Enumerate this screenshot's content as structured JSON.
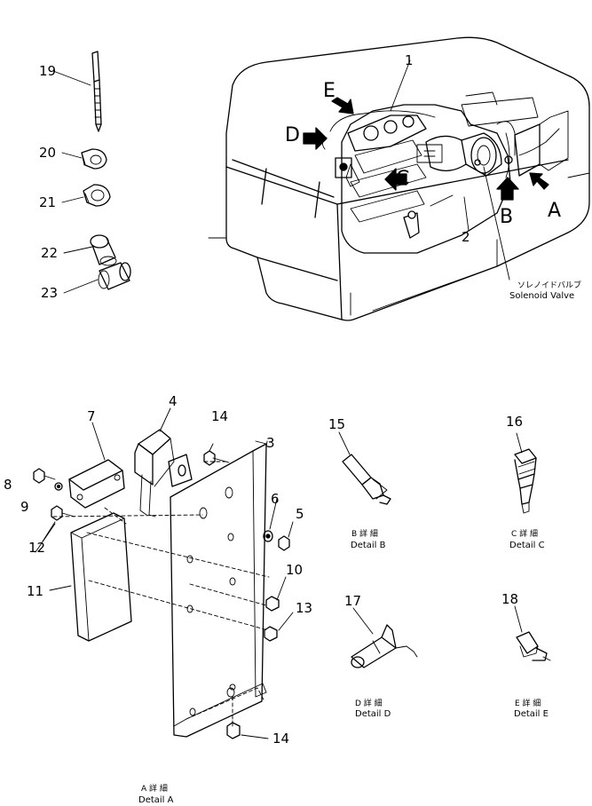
{
  "callouts": {
    "n1": "1",
    "n2": "2",
    "n3": "3",
    "n4": "4",
    "n5": "5",
    "n6": "6",
    "n7": "7",
    "n8": "8",
    "n9": "9",
    "n10": "10",
    "n11": "11",
    "n12": "12",
    "n13": "13",
    "n14a": "14",
    "n14b": "14",
    "n15": "15",
    "n16": "16",
    "n17": "17",
    "n18": "18",
    "n19": "19",
    "n20": "20",
    "n21": "21",
    "n22": "22",
    "n23": "23"
  },
  "view_letters": {
    "a": "A",
    "b": "B",
    "c": "C",
    "d": "D",
    "e": "E"
  },
  "solenoid": {
    "jp": "ソレノイドバルブ",
    "en": "Solenoid Valve"
  },
  "details": {
    "a": {
      "jp": "A 詳 細",
      "en": "Detail A"
    },
    "b": {
      "jp": "B 詳 細",
      "en": "Detail B"
    },
    "c": {
      "jp": "C 詳 細",
      "en": "Detail C"
    },
    "d": {
      "jp": "D 詳 細",
      "en": "Detail D"
    },
    "e": {
      "jp": "E 詳 細",
      "en": "Detail E"
    }
  }
}
